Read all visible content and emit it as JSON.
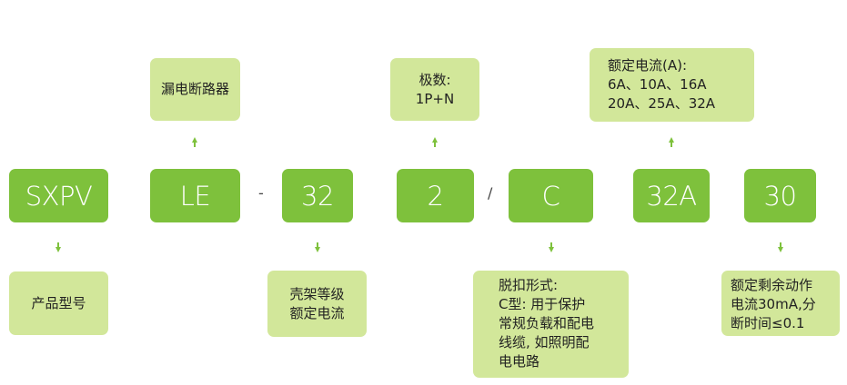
{
  "codes": {
    "series": "SXPV",
    "type": "LE",
    "frame": "32",
    "poles": "2",
    "trip": "C",
    "current": "32A",
    "residual": "30"
  },
  "separators": {
    "dash": "-",
    "slash": "/"
  },
  "notes": {
    "product_model": "产品型号",
    "leakage_breaker": "漏电断路器",
    "frame_grade": [
      "壳架等级",
      "额定电流"
    ],
    "poles": [
      "极数:",
      "1P+N"
    ],
    "trip_form": [
      "脱扣形式:",
      "C型: 用于保护",
      "常规负载和配电",
      "线缆, 如照明配",
      "电电路"
    ],
    "rated_current": [
      "额定电流(A):",
      "6A、10A、16A",
      "20A、25A、32A"
    ],
    "residual_current": [
      "额定剩余动作",
      "电流30mA,分",
      "断时间≤0.1"
    ]
  },
  "colors": {
    "code_fill": "#7ec13c",
    "note_fill": "#d2e79a",
    "code_text": "#ffffff"
  }
}
